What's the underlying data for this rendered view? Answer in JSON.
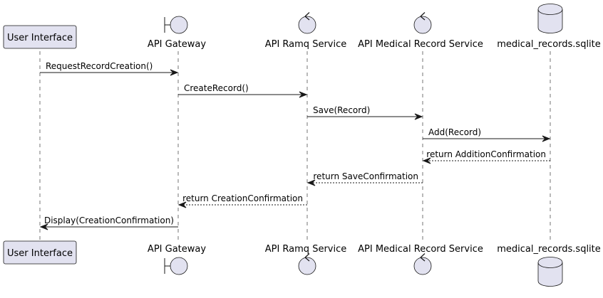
{
  "participants": [
    {
      "id": "ui",
      "label": "User Interface",
      "kind": "participant"
    },
    {
      "id": "gw",
      "label": "API Gateway",
      "kind": "boundary"
    },
    {
      "id": "ramq",
      "label": "API Ramq Service",
      "kind": "control"
    },
    {
      "id": "mrs",
      "label": "API Medical Record Service",
      "kind": "control"
    },
    {
      "id": "db",
      "label": "medical_records.sqlite",
      "kind": "database"
    }
  ],
  "messages": [
    {
      "from": "ui",
      "to": "gw",
      "label": "RequestRecordCreation()",
      "style": "solid"
    },
    {
      "from": "gw",
      "to": "ramq",
      "label": "CreateRecord()",
      "style": "solid"
    },
    {
      "from": "ramq",
      "to": "mrs",
      "label": "Save(Record)",
      "style": "solid"
    },
    {
      "from": "mrs",
      "to": "db",
      "label": "Add(Record)",
      "style": "solid"
    },
    {
      "from": "db",
      "to": "mrs",
      "label": "return AdditionConfirmation",
      "style": "dashed"
    },
    {
      "from": "mrs",
      "to": "ramq",
      "label": "return SaveConfirmation",
      "style": "dashed"
    },
    {
      "from": "ramq",
      "to": "gw",
      "label": "return CreationConfirmation",
      "style": "dashed"
    },
    {
      "from": "gw",
      "to": "ui",
      "label": "Display(CreationConfirmation)",
      "style": "solid"
    }
  ],
  "colors": {
    "shape_fill": "#E2E2F0",
    "stroke": "#181818",
    "background": "#FFFFFF"
  }
}
